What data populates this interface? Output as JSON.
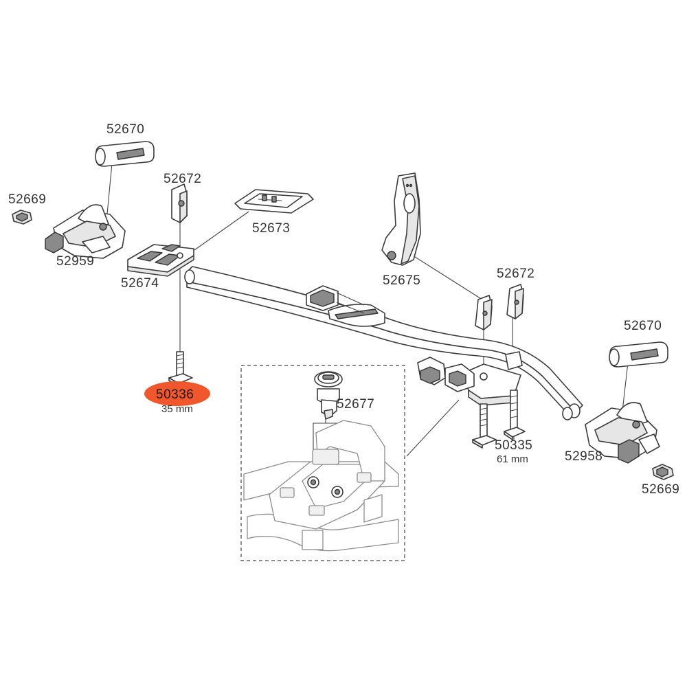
{
  "colors": {
    "highlight": "#f0572c",
    "highlight_text": "#1a1a1a",
    "line": "#3a3a3a",
    "label": "#333333"
  },
  "labels": {
    "p52670_left": "52670",
    "p52669_left": "52669",
    "p52959": "52959",
    "p52672_left": "52672",
    "p52673": "52673",
    "p52674": "52674",
    "p50336": "50336",
    "p50336_length": "35 mm",
    "p52675": "52675",
    "p52672_right": "52672",
    "p52670_right": "52670",
    "p52677": "52677",
    "p50335": "50335",
    "p50335_length": "61 mm",
    "p52958": "52958",
    "p52669_right": "52669"
  }
}
